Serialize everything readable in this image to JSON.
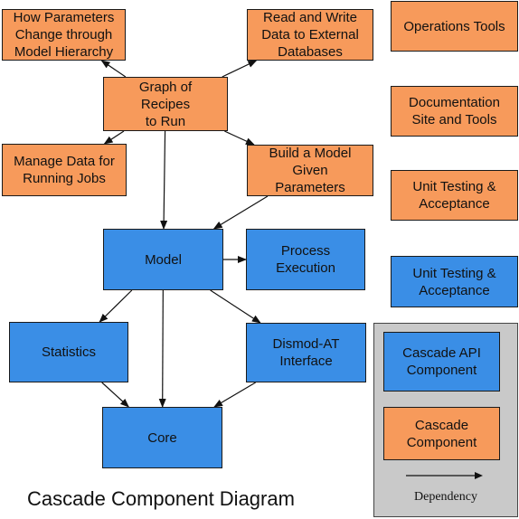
{
  "diagram": {
    "title": "Cascade Component Diagram",
    "nodes": {
      "how_parameters": "How Parameters\nChange through\nModel Hierarchy",
      "read_write": "Read and Write\nData to External\nDatabases",
      "graph_recipes": "Graph of\nRecipes\nto Run",
      "manage_data": "Manage Data for\nRunning Jobs",
      "build_model": "Build a Model\nGiven\nParameters",
      "model": "Model",
      "process_execution": "Process\nExecution",
      "statistics": "Statistics",
      "dismod_interface": "Dismod-AT\nInterface",
      "core": "Core",
      "operations_tools": "Operations Tools",
      "documentation": "Documentation\nSite and Tools",
      "unit_testing_orange": "Unit Testing &\nAcceptance",
      "unit_testing_blue": "Unit Testing &\nAcceptance"
    },
    "edges": [
      {
        "from": "graph_recipes",
        "to": "how_parameters"
      },
      {
        "from": "graph_recipes",
        "to": "read_write"
      },
      {
        "from": "graph_recipes",
        "to": "manage_data"
      },
      {
        "from": "graph_recipes",
        "to": "build_model"
      },
      {
        "from": "graph_recipes",
        "to": "model"
      },
      {
        "from": "build_model",
        "to": "model"
      },
      {
        "from": "model",
        "to": "process_execution"
      },
      {
        "from": "model",
        "to": "statistics"
      },
      {
        "from": "model",
        "to": "core"
      },
      {
        "from": "model",
        "to": "dismod_interface"
      },
      {
        "from": "statistics",
        "to": "core"
      },
      {
        "from": "dismod_interface",
        "to": "core"
      }
    ]
  },
  "legend": {
    "api_component": "Cascade API\nComponent",
    "cascade_component": "Cascade\nComponent",
    "dependency": "Dependency"
  },
  "colors": {
    "cascade_component": "#F79A5B",
    "api_component": "#3A8EE6",
    "legend_background": "#C9C9C9"
  }
}
